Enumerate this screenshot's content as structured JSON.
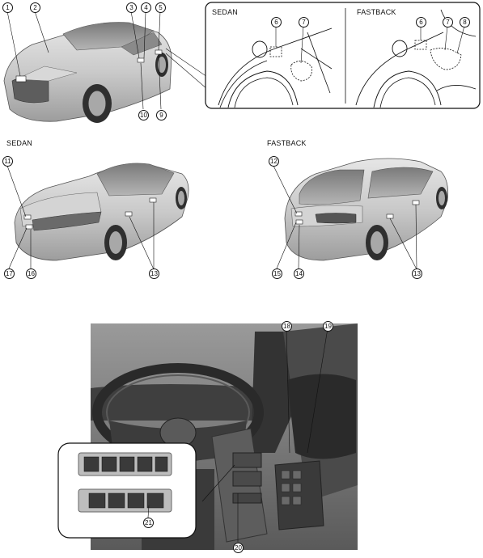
{
  "inset": {
    "left_label": "SEDAN",
    "right_label": "FASTBACK"
  },
  "middle": {
    "left_label": "SEDAN",
    "right_label": "FASTBACK"
  },
  "callouts": [
    {
      "id": "c1",
      "text": "1"
    },
    {
      "id": "c2",
      "text": "2"
    },
    {
      "id": "c3",
      "text": "3"
    },
    {
      "id": "c4",
      "text": "4"
    },
    {
      "id": "c5",
      "text": "5"
    },
    {
      "id": "c6a",
      "text": "6"
    },
    {
      "id": "c7a",
      "text": "7"
    },
    {
      "id": "c6b",
      "text": "6"
    },
    {
      "id": "c7b",
      "text": "7"
    },
    {
      "id": "c8",
      "text": "8"
    },
    {
      "id": "c10",
      "text": "10"
    },
    {
      "id": "c9",
      "text": "9"
    },
    {
      "id": "c11",
      "text": "11"
    },
    {
      "id": "c17",
      "text": "17"
    },
    {
      "id": "c16",
      "text": "16"
    },
    {
      "id": "c13a",
      "text": "13"
    },
    {
      "id": "c12",
      "text": "12"
    },
    {
      "id": "c15",
      "text": "15"
    },
    {
      "id": "c14",
      "text": "14"
    },
    {
      "id": "c13b",
      "text": "13"
    },
    {
      "id": "c18",
      "text": "18"
    },
    {
      "id": "c19",
      "text": "19"
    },
    {
      "id": "c21",
      "text": "21"
    },
    {
      "id": "c20",
      "text": "20"
    }
  ]
}
